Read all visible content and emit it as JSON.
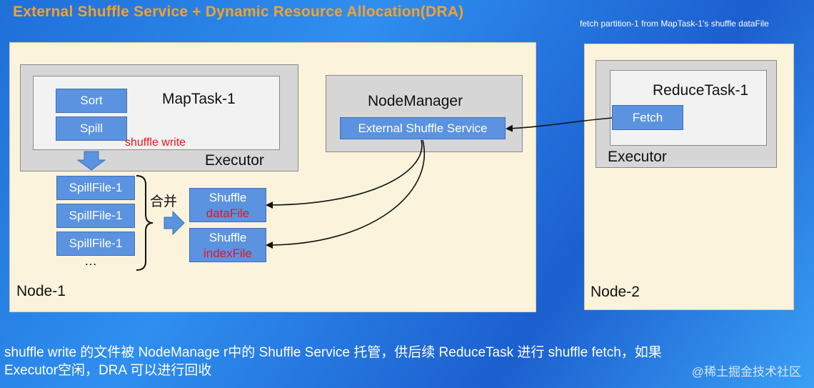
{
  "title": "External Shuffle Service + Dynamic Resource Allocation(DRA)",
  "fetch_note": "fetch partition-1 from MapTask-1's shuffle dataFile",
  "node1": {
    "label": "Node-1",
    "executor_label": "Executor",
    "maptask_label": "MapTask-1",
    "sort_label": "Sort",
    "spill_label": "Spill",
    "shuffle_write_label": "shuffle write",
    "spillfiles": [
      "SpillFile-1",
      "SpillFile-1",
      "SpillFile-1"
    ],
    "ellipsis": "…",
    "merge_label": "合并",
    "shuffle_data": {
      "line1": "Shuffle",
      "line2": "dataFile"
    },
    "shuffle_index": {
      "line1": "Shuffle",
      "line2": "indexFile"
    },
    "nodemanager_label": "NodeManager",
    "ess_label": "External Shuffle Service"
  },
  "node2": {
    "label": "Node-2",
    "executor_label": "Executor",
    "reducetask_label": "ReduceTask-1",
    "fetch_label": "Fetch"
  },
  "bottom_text": {
    "line1": "shuffle write 的文件被 NodeManage r中的 Shuffle Service 托管，供后续 ReduceTask 进行 shuffle fetch，如果",
    "line2": "Executor空闲，DRA 可以进行回收"
  },
  "watermark": "@稀土掘金技术社区",
  "colors": {
    "title": "#f7a12a",
    "node_bg": "#fcf3dc",
    "box_blue": "#5b93e0",
    "red_text": "#e8141e"
  }
}
